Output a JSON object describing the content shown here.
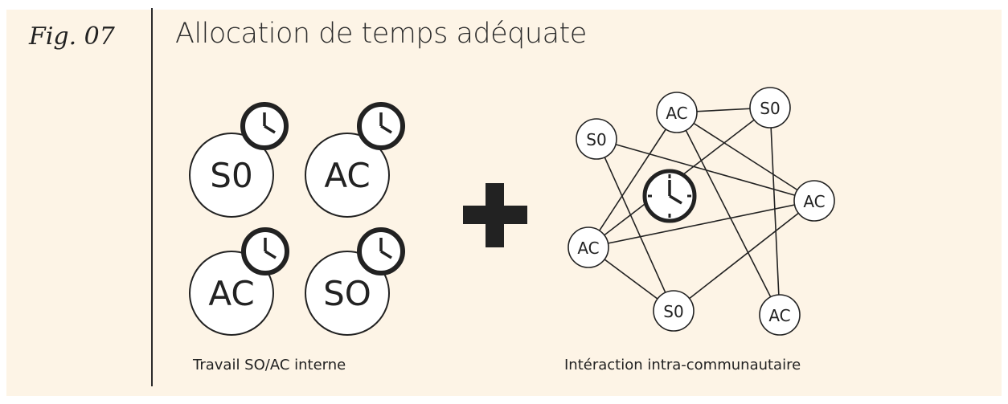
{
  "figure": {
    "label": "Fig. 07",
    "title": "Allocation de temps adéquate"
  },
  "left_group": {
    "caption": "Travail SO/AC interne",
    "nodes": [
      "S0",
      "AC",
      "AC",
      "SO"
    ],
    "icons": [
      "clock-icon",
      "clock-icon",
      "clock-icon",
      "clock-icon"
    ]
  },
  "operator": {
    "symbol": "plus-icon"
  },
  "right_group": {
    "caption": "Intéraction intra-communautaire",
    "nodes": [
      "AC",
      "S0",
      "S0",
      "AC",
      "AC",
      "S0",
      "AC"
    ],
    "center_icon": "clock-icon",
    "edges": [
      [
        "AC-1",
        "S0-2"
      ],
      [
        "AC-1",
        "AC-5"
      ],
      [
        "AC-1",
        "AC-7"
      ],
      [
        "S0-2",
        "AC-5"
      ],
      [
        "S0-2",
        "AC-7"
      ],
      [
        "S0-3",
        "AC-4"
      ],
      [
        "S0-3",
        "S0-6"
      ],
      [
        "AC-4",
        "AC-5"
      ],
      [
        "AC-4",
        "S0-6"
      ],
      [
        "AC-5",
        "center-clock"
      ]
    ]
  },
  "colors": {
    "background": "#fdf4e6",
    "ink": "#222222",
    "node_fill": "#ffffff"
  }
}
